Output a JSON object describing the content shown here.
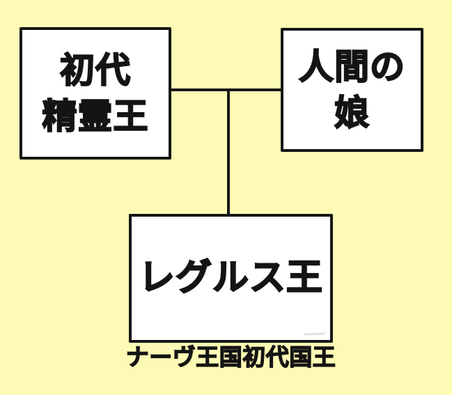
{
  "diagram": {
    "type": "family-tree",
    "background_color": "#FDFAB5",
    "node_fill_color": "#FFFFFF",
    "line_color": "#161616",
    "text_color": "#141414",
    "nodes": [
      {
        "id": "first-spirit-king",
        "lines": [
          "初代",
          "精霊王"
        ]
      },
      {
        "id": "human-daughter",
        "lines": [
          "人間の",
          "娘"
        ]
      },
      {
        "id": "king-regulus",
        "lines": [
          "レグルス王"
        ]
      }
    ],
    "relations": [
      {
        "from": "first-spirit-king",
        "to": "human-daughter",
        "type": "marriage"
      },
      {
        "from": "marriage",
        "to": "king-regulus",
        "type": "child"
      }
    ],
    "caption": "ナーヴ王国初代国王"
  }
}
